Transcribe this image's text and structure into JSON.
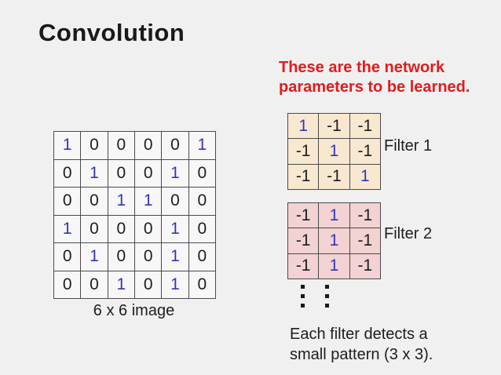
{
  "slide": {
    "title": "Convolution",
    "red_note": "These are the network\nparameters to be learned.",
    "image": {
      "caption": "6 x 6 image",
      "rows": [
        [
          "1",
          "0",
          "0",
          "0",
          "0",
          "1"
        ],
        [
          "0",
          "1",
          "0",
          "0",
          "1",
          "0"
        ],
        [
          "0",
          "0",
          "1",
          "1",
          "0",
          "0"
        ],
        [
          "1",
          "0",
          "0",
          "0",
          "1",
          "0"
        ],
        [
          "0",
          "1",
          "0",
          "0",
          "1",
          "0"
        ],
        [
          "0",
          "0",
          "1",
          "0",
          "1",
          "0"
        ]
      ]
    },
    "filters": {
      "filter1": {
        "label": "Filter 1",
        "rows": [
          [
            "1",
            "-1",
            "-1"
          ],
          [
            "-1",
            "1",
            "-1"
          ],
          [
            "-1",
            "-1",
            "1"
          ]
        ]
      },
      "filter2": {
        "label": "Filter 2",
        "rows": [
          [
            "-1",
            "1",
            "-1"
          ],
          [
            "-1",
            "1",
            "-1"
          ],
          [
            "-1",
            "1",
            "-1"
          ]
        ]
      }
    },
    "bottom_note": "Each filter detects a\nsmall pattern (3 x 3).",
    "colors": {
      "background": "#f0f0f1",
      "red_text": "#e11c1c",
      "blue_digit": "#3434bc",
      "black_digit": "#1d1d1d",
      "grid_line": "#4a4a4a",
      "image_cell_bg": "#f7f7f8",
      "filter1_cell_bg": "#f8e8d0",
      "filter2_cell_bg": "#f2d2d2"
    }
  }
}
